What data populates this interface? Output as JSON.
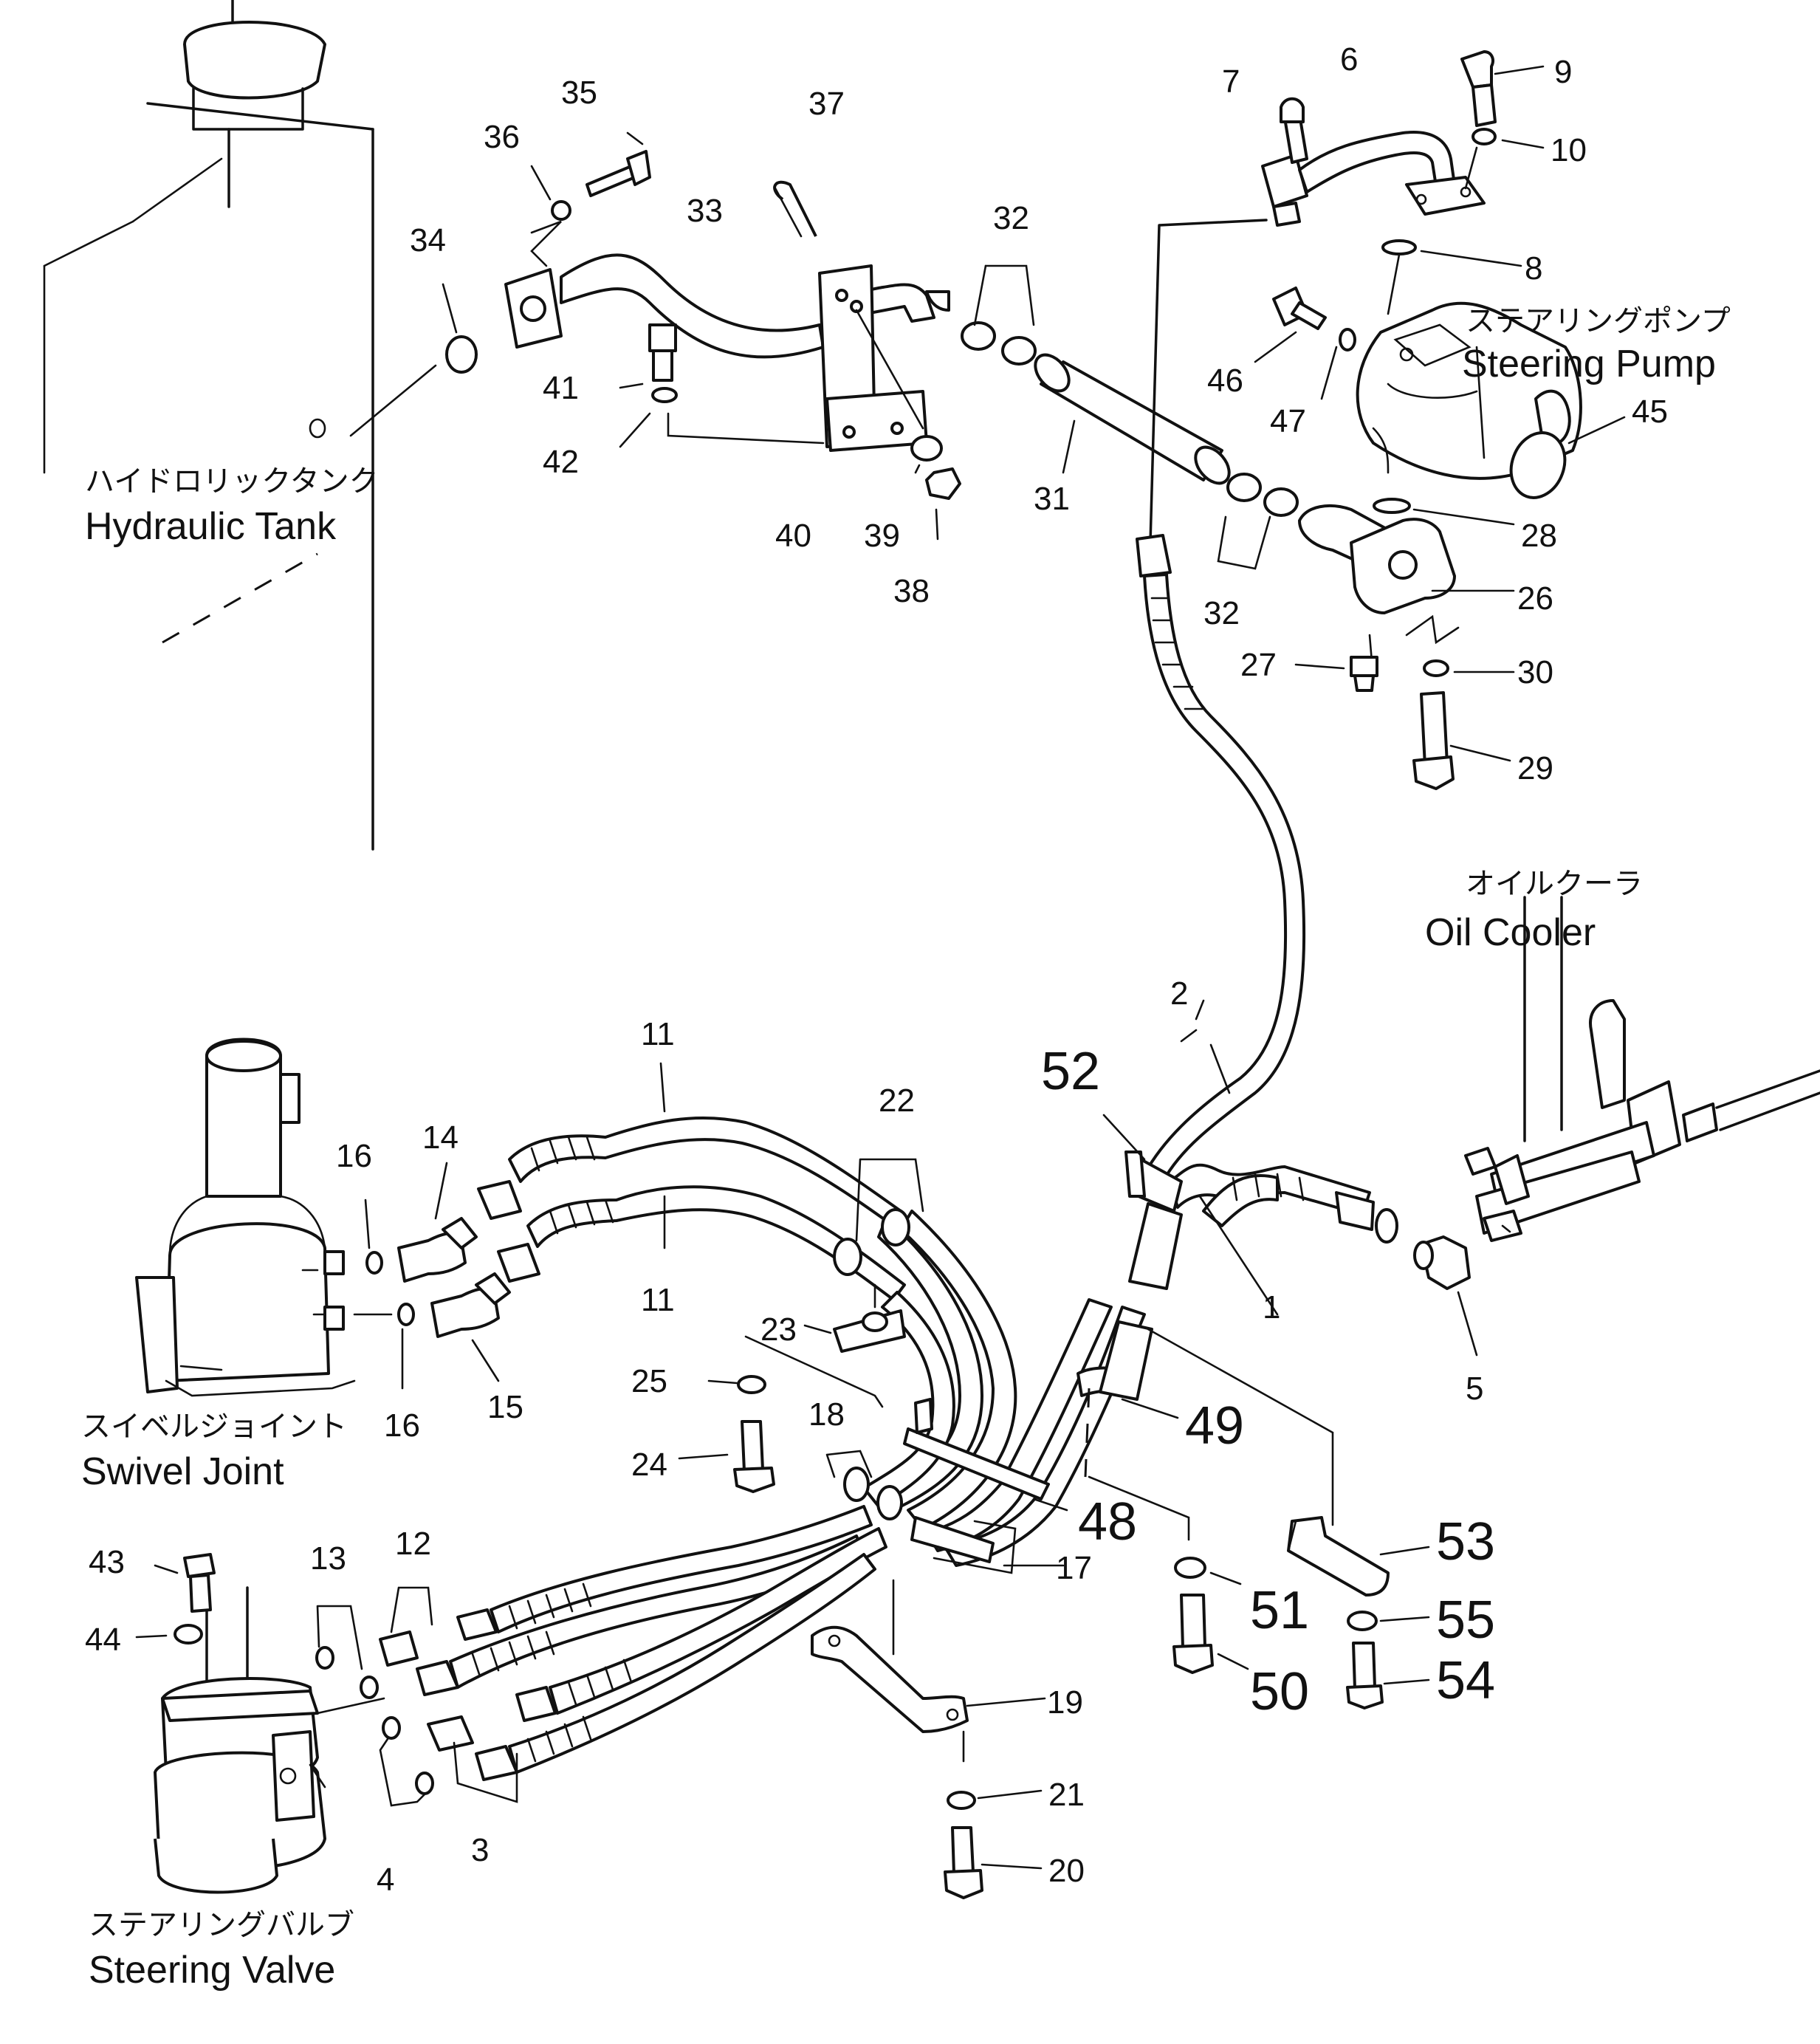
{
  "components": {
    "hydraulic_tank": {
      "jp": "ハイドロリックタンク",
      "en": "Hydraulic Tank"
    },
    "steering_pump": {
      "jp": "ステアリングポンプ",
      "en": "Steering Pump"
    },
    "oil_cooler": {
      "jp": "オイルクーラ",
      "en": "Oil Cooler"
    },
    "swivel_joint": {
      "jp": "スイベルジョイント",
      "en": "Swivel Joint"
    },
    "steering_valve": {
      "jp": "ステアリングバルブ",
      "en": "Steering Valve"
    }
  },
  "callouts": {
    "c1": "1",
    "c2": "2",
    "c3": "3",
    "c4": "4",
    "c5": "5",
    "c6": "6",
    "c7": "7",
    "c8": "8",
    "c9": "9",
    "c10": "10",
    "c11a": "11",
    "c11b": "11",
    "c12": "12",
    "c13": "13",
    "c14": "14",
    "c15": "15",
    "c16a": "16",
    "c16b": "16",
    "c17": "17",
    "c18": "18",
    "c19": "19",
    "c20": "20",
    "c21": "21",
    "c22": "22",
    "c23": "23",
    "c24": "24",
    "c25": "25",
    "c26": "26",
    "c27": "27",
    "c28": "28",
    "c29": "29",
    "c30": "30",
    "c31": "31",
    "c32a": "32",
    "c32b": "32",
    "c33": "33",
    "c34": "34",
    "c35": "35",
    "c36": "36",
    "c37": "37",
    "c38": "38",
    "c39": "39",
    "c40": "40",
    "c41": "41",
    "c42": "42",
    "c43": "43",
    "c44": "44",
    "c45": "45",
    "c46": "46",
    "c47": "47",
    "c48": "48",
    "c49": "49",
    "c50": "50",
    "c51": "51",
    "c52": "52",
    "c53": "53",
    "c54": "54",
    "c55": "55"
  }
}
